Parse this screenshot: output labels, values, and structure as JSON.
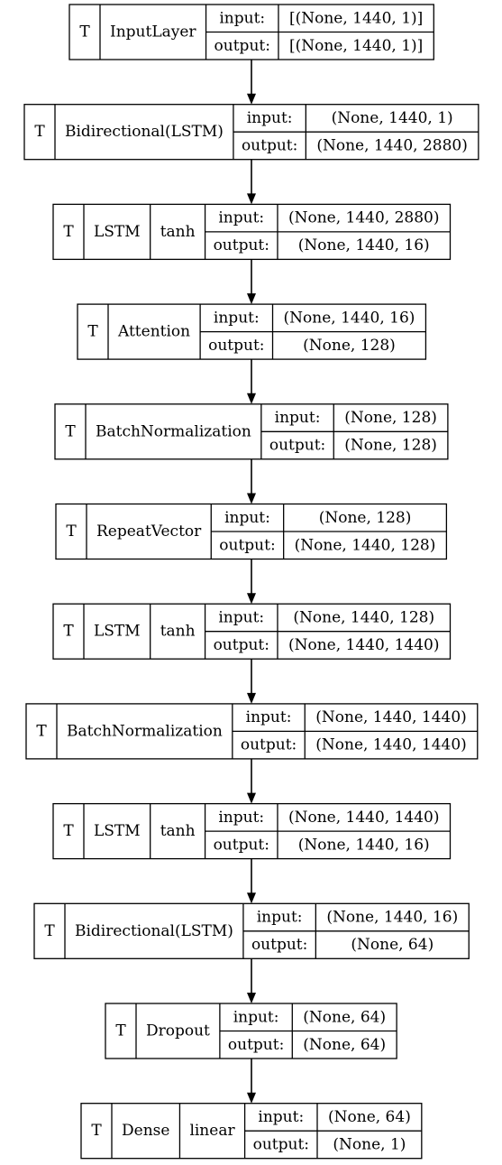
{
  "field_labels": {
    "input": "input:",
    "output": "output:"
  },
  "layers": [
    {
      "trainable": "T",
      "name": "InputLayer",
      "activation": "",
      "input": "[(None, 1440, 1)]",
      "output": "[(None, 1440, 1)]"
    },
    {
      "trainable": "T",
      "name": "Bidirectional(LSTM)",
      "activation": "",
      "input": "(None, 1440, 1)",
      "output": "(None, 1440, 2880)"
    },
    {
      "trainable": "T",
      "name": "LSTM",
      "activation": "tanh",
      "input": "(None, 1440, 2880)",
      "output": "(None, 1440, 16)"
    },
    {
      "trainable": "T",
      "name": "Attention",
      "activation": "",
      "input": "(None, 1440, 16)",
      "output": "(None, 128)"
    },
    {
      "trainable": "T",
      "name": "BatchNormalization",
      "activation": "",
      "input": "(None, 128)",
      "output": "(None, 128)"
    },
    {
      "trainable": "T",
      "name": "RepeatVector",
      "activation": "",
      "input": "(None, 128)",
      "output": "(None, 1440, 128)"
    },
    {
      "trainable": "T",
      "name": "LSTM",
      "activation": "tanh",
      "input": "(None, 1440, 128)",
      "output": "(None, 1440, 1440)"
    },
    {
      "trainable": "T",
      "name": "BatchNormalization",
      "activation": "",
      "input": "(None, 1440, 1440)",
      "output": "(None, 1440, 1440)"
    },
    {
      "trainable": "T",
      "name": "LSTM",
      "activation": "tanh",
      "input": "(None, 1440, 1440)",
      "output": "(None, 1440, 16)"
    },
    {
      "trainable": "T",
      "name": "Bidirectional(LSTM)",
      "activation": "",
      "input": "(None, 1440, 16)",
      "output": "(None, 64)"
    },
    {
      "trainable": "T",
      "name": "Dropout",
      "activation": "",
      "input": "(None, 64)",
      "output": "(None, 64)"
    },
    {
      "trainable": "T",
      "name": "Dense",
      "activation": "linear",
      "input": "(None, 64)",
      "output": "(None, 1)"
    }
  ]
}
